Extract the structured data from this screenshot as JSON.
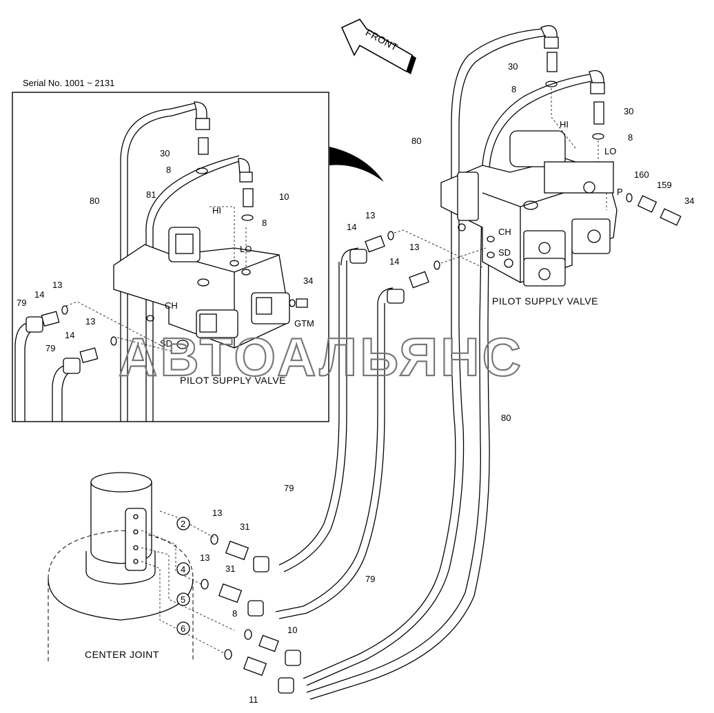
{
  "serial_note": "Serial No. 1001 ~ 2131",
  "front_label": "FRONT",
  "watermark": "АВТОАЛЬЯНС",
  "inset": {
    "valve_label": "PILOT SUPPLY VALVE",
    "ports": {
      "hi": "HI",
      "lo": "LO",
      "ch": "CH",
      "sd": "SD",
      "gtm": "GTM"
    },
    "callouts": {
      "c30": "30",
      "c8a": "8",
      "c80": "80",
      "c81": "81",
      "c10": "10",
      "c8b": "8",
      "c13a": "13",
      "c14a": "14",
      "c79a": "79",
      "c13b": "13",
      "c14b": "14",
      "c79b": "79",
      "c34": "34"
    }
  },
  "main": {
    "valve_label": "PILOT SUPPLY VALVE",
    "center_joint_label": "CENTER JOINT",
    "ports": {
      "hi": "HI",
      "lo": "LO",
      "ch": "CH",
      "sd": "SD",
      "p": "P"
    },
    "callouts": {
      "c30a": "30",
      "c8a": "8",
      "c30b": "30",
      "c8b": "8",
      "c80a": "80",
      "c160": "160",
      "c159": "159",
      "c34": "34",
      "c13a": "13",
      "c14a": "14",
      "c13b": "13",
      "c14b": "14",
      "c80b": "80",
      "c79a": "79",
      "c79b": "79",
      "c13c": "13",
      "c31a": "31",
      "c13d": "13",
      "c31b": "31",
      "c8c": "8",
      "c10": "10",
      "c11": "11"
    },
    "joint_ports": {
      "p2": "2",
      "p4": "4",
      "p5": "5",
      "p6": "6"
    }
  }
}
